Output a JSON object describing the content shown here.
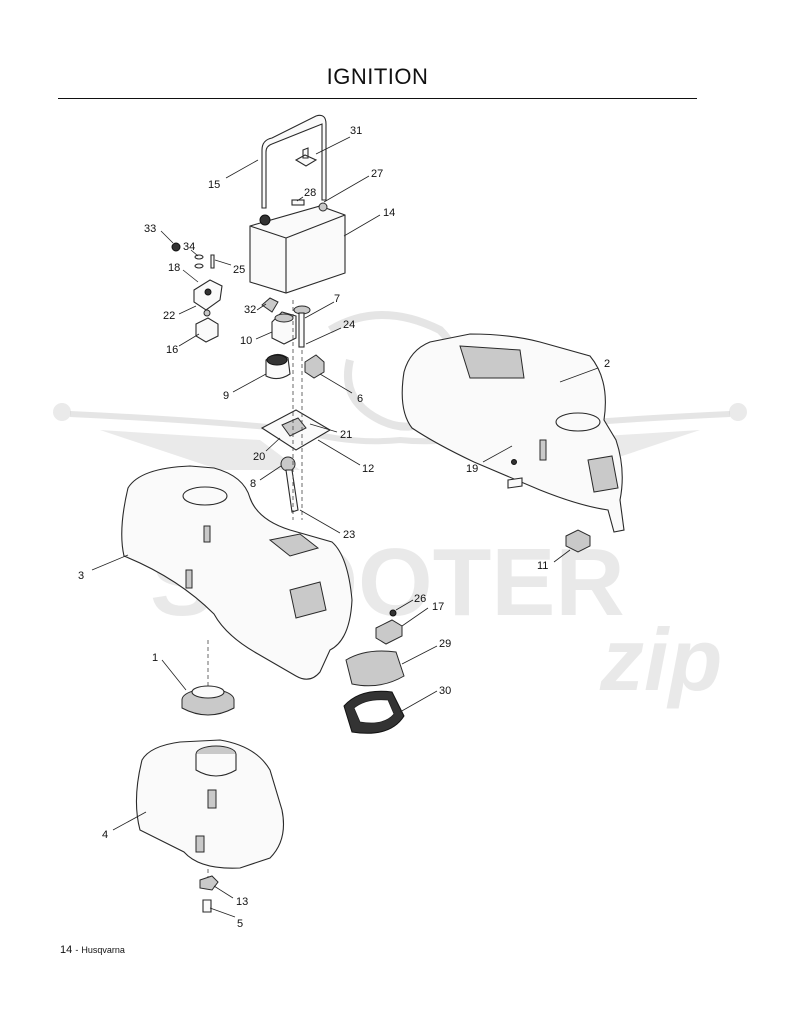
{
  "title": "IGNITION",
  "footer": {
    "page_number": "14",
    "separator": "-",
    "brand": "Husqvarna"
  },
  "watermark": {
    "text": "SCOOTER",
    "script": "zip"
  },
  "callouts": {
    "c1": "1",
    "c2": "2",
    "c3": "3",
    "c4": "4",
    "c5": "5",
    "c6": "6",
    "c7": "7",
    "c8": "8",
    "c9": "9",
    "c10": "10",
    "c11": "11",
    "c12": "12",
    "c13": "13",
    "c14": "14",
    "c15": "15",
    "c16": "16",
    "c17": "17",
    "c18": "18",
    "c19": "19",
    "c20": "20",
    "c21": "21",
    "c22": "22",
    "c23": "23",
    "c24": "24",
    "c25": "25",
    "c26": "26",
    "c27": "27",
    "c28": "28",
    "c29": "29",
    "c30": "30",
    "c31": "31",
    "c32": "32",
    "c33": "33",
    "c34": "34"
  }
}
